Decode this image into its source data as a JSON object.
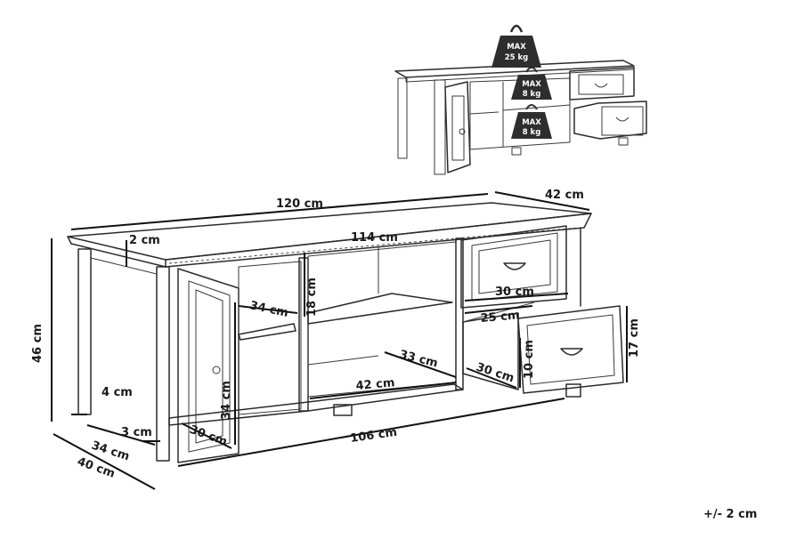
{
  "weights": {
    "top": {
      "label": "MAX",
      "value": "25 kg"
    },
    "shelf_upper": {
      "label": "MAX",
      "value": "8 kg"
    },
    "shelf_lower": {
      "label": "MAX",
      "value": "8 kg"
    }
  },
  "dimensions": {
    "width_total": "120 cm",
    "depth_top": "42 cm",
    "top_thickness": "2 cm",
    "inner_width": "114 cm",
    "height_total": "46 cm",
    "leg_inset": "4 cm",
    "leg_width": "3 cm",
    "depth_side": "34 cm",
    "depth_base": "40 cm",
    "door_depth": "34 cm",
    "door_height": "34 cm",
    "door_width": "30 cm",
    "shelf_gap": "18 cm",
    "shelf_width": "42 cm",
    "shelf_depth": "33 cm",
    "base_width": "106 cm",
    "drawer_width": "30 cm",
    "drawer_inner": "25 cm",
    "drawer_depth": "30 cm",
    "drawer_inner_height": "10 cm",
    "drawer_height": "17 cm"
  },
  "tolerance": "+/- 2 cm",
  "colors": {
    "line": "#2b2b2b",
    "weight_fill": "#2e2e2e",
    "background": "#ffffff"
  }
}
